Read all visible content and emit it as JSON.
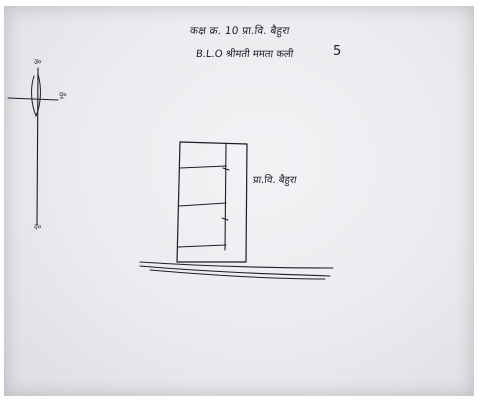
{
  "document": {
    "header": {
      "line1": "कक्ष क्र. 10 प्रा.वि. बैहुरा",
      "line2": "B.L.O श्रीमती ममता कली",
      "page_number": "5"
    },
    "compass": {
      "north": "उ०",
      "east": "पू०",
      "south": "द०"
    },
    "sketch": {
      "building_label": "प्रा.वि. बैहुरा"
    },
    "colors": {
      "ink": "#1c1c2a",
      "paper": "#ebeaee"
    }
  }
}
